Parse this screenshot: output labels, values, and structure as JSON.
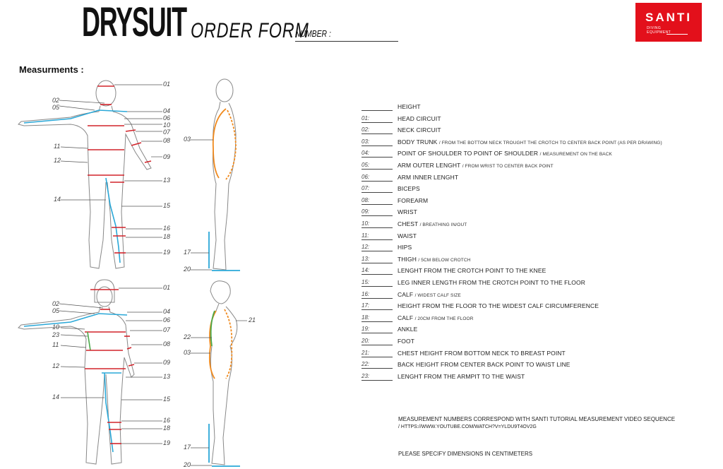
{
  "header": {
    "title_main": "DRYSUIT",
    "title_sub": "ORDER FORM",
    "number_label": "NUMBER :"
  },
  "logo": {
    "name": "SANTI",
    "sub_line1": "DIVING",
    "sub_line2": "EQUIPMENT"
  },
  "section_label": "Measurments :",
  "diagram_numbers": {
    "front_male": [
      "01",
      "02",
      "05",
      "04",
      "06",
      "10",
      "07",
      "08",
      "11",
      "09",
      "12",
      "13",
      "14",
      "15",
      "16",
      "18",
      "19"
    ],
    "front_female": [
      "01",
      "02",
      "05",
      "04",
      "06",
      "10",
      "23",
      "07",
      "11",
      "08",
      "12",
      "09",
      "13",
      "14",
      "15",
      "16",
      "18",
      "19"
    ],
    "side_male": [
      "03",
      "17",
      "20"
    ],
    "side_female": [
      "21",
      "22",
      "03",
      "17",
      "20"
    ]
  },
  "measurements": [
    {
      "num": "",
      "label": "HEIGHT",
      "note": ""
    },
    {
      "num": "01:",
      "label": "HEAD CIRCUIT",
      "note": ""
    },
    {
      "num": "02:",
      "label": "NECK CIRCUIT",
      "note": ""
    },
    {
      "num": "03:",
      "label": "BODY TRUNK",
      "note": "/ FROM THE BOTTOM NECK TROUGHT THE CROTCH TO CENTER BACK POINT (AS PER DRAWING)"
    },
    {
      "num": "04:",
      "label": "POINT OF SHOULDER TO POINT OF SHOULDER",
      "note": "/ MEASUREMENT ON THE BACK"
    },
    {
      "num": "05:",
      "label": "ARM OUTER LENGHT",
      "note": "/ FROM WRIST TO CENTER BACK POINT"
    },
    {
      "num": "06:",
      "label": "ARM INNER LENGHT",
      "note": ""
    },
    {
      "num": "07:",
      "label": "BICEPS",
      "note": ""
    },
    {
      "num": "08:",
      "label": "FOREARM",
      "note": ""
    },
    {
      "num": "09:",
      "label": "WRIST",
      "note": ""
    },
    {
      "num": "10:",
      "label": "CHEST",
      "note": "/ BREATHING IN/OUT"
    },
    {
      "num": "11:",
      "label": "WAIST",
      "note": ""
    },
    {
      "num": "12:",
      "label": "HIPS",
      "note": ""
    },
    {
      "num": "13:",
      "label": "THIGH",
      "note": "/ 5CM BELOW CROTCH"
    },
    {
      "num": "14:",
      "label": "LENGHT FROM THE CROTCH POINT TO THE KNEE",
      "note": ""
    },
    {
      "num": "15:",
      "label": "LEG INNER LENGTH FROM THE CROTCH POINT TO THE FLOOR",
      "note": ""
    },
    {
      "num": "16:",
      "label": "CALF",
      "note": "/ WIDEST CALF SIZE"
    },
    {
      "num": "17:",
      "label": "HEIGHT FROM THE FLOOR TO THE WIDEST CALF CIRCUMFERENCE",
      "note": ""
    },
    {
      "num": "18:",
      "label": "CALF",
      "note": "/ 20CM FROM THE FLOOR"
    },
    {
      "num": "19:",
      "label": "ANKLE",
      "note": ""
    },
    {
      "num": "20:",
      "label": "FOOT",
      "note": ""
    },
    {
      "num": "21:",
      "label": "CHEST HEIGHT FROM BOTTOM NECK TO BREAST POINT",
      "note": ""
    },
    {
      "num": "22:",
      "label": "BACK HEIGHT FROM CENTER BACK POINT TO WAIST LINE",
      "note": ""
    },
    {
      "num": "23:",
      "label": "LENGHT FROM THE ARMPIT TO THE WAIST",
      "note": ""
    }
  ],
  "footer": {
    "line1": "MEASUREMENT NUMBERS CORRESPOND WITH SANTI TUTORIAL MEASUREMENT VIDEO SEQUENCE",
    "line2": "/ HTTPS://WWW.YOUTUBE.COM/WATCH?V=YLDU9T4OV2G",
    "line3": "PLEASE SPECIFY DIMENSIONS IN CENTIMETERS"
  },
  "colors": {
    "brand_red": "#e3101b",
    "measure_red": "#d2232a",
    "measure_blue": "#2aa8d8",
    "measure_orange": "#f08a1e",
    "measure_green": "#4aa84a"
  }
}
